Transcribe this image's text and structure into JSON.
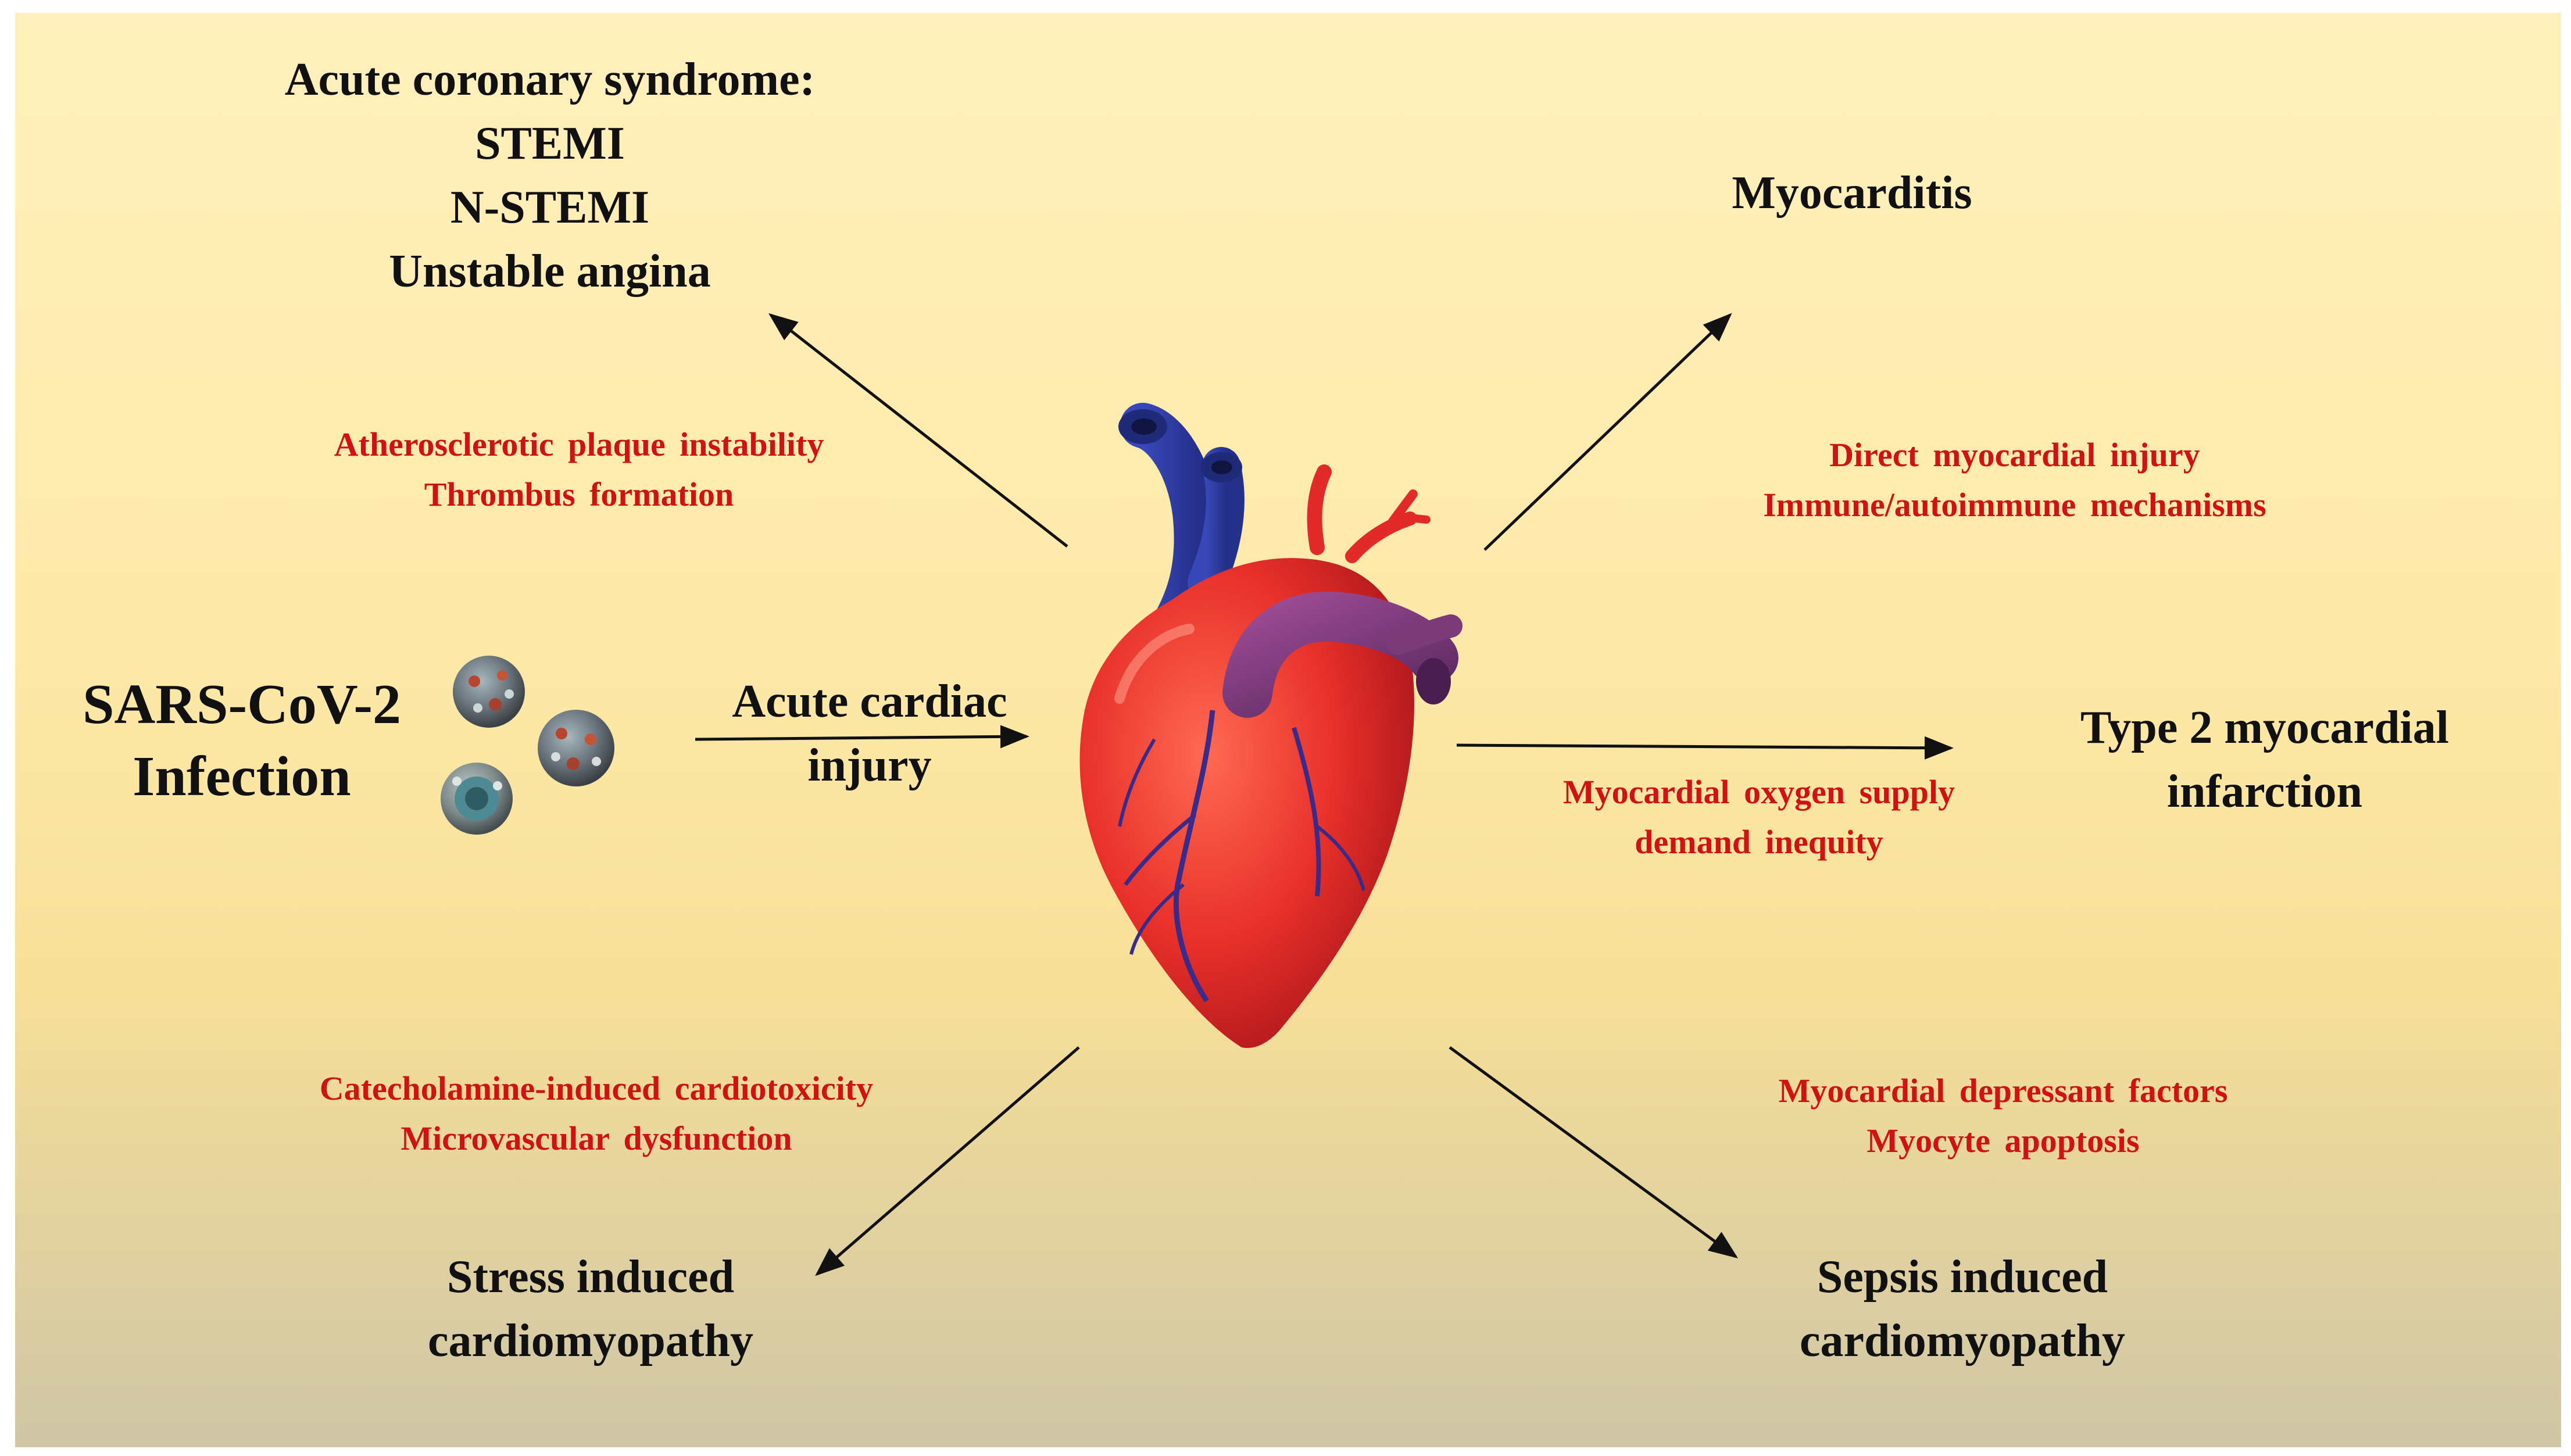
{
  "colors": {
    "arrow": "#111111",
    "mechanism_text": "#d11212",
    "heart_red": "#e8302a",
    "vein_blue": "#2f3fa8",
    "aorta_purple": "#7b3a78"
  },
  "source": {
    "title_lines": [
      "SARS-CoV-2",
      "Infection"
    ],
    "icon": "virus-icon"
  },
  "center": {
    "label_lines": [
      "Acute cardiac",
      "injury"
    ],
    "icon": "heart-icon"
  },
  "outcomes": {
    "acute_coronary": {
      "lines": [
        "Acute coronary syndrome:",
        "STEMI",
        "N-STEMI",
        "Unstable angina"
      ],
      "mechanisms": [
        "Atherosclerotic  plaque  instability",
        "Thrombus  formation"
      ]
    },
    "myocarditis": {
      "lines": [
        "Myocarditis"
      ],
      "mechanisms": [
        "Direct  myocardial  injury",
        "Immune/autoimmune  mechanisms"
      ]
    },
    "type2_mi": {
      "lines": [
        "Type 2 myocardial",
        "infarction"
      ],
      "mechanisms": [
        "Myocardial  oxygen  supply",
        "demand  inequity"
      ]
    },
    "stress_cardiomyopathy": {
      "lines": [
        "Stress induced",
        "cardiomyopathy"
      ],
      "mechanisms": [
        "Catecholamine-induced  cardiotoxicity",
        "Microvascular  dysfunction"
      ]
    },
    "sepsis_cardiomyopathy": {
      "lines": [
        "Sepsis induced",
        "cardiomyopathy"
      ],
      "mechanisms": [
        "Myocardial  depressant  factors",
        "Myocyte  apoptosis"
      ]
    }
  }
}
